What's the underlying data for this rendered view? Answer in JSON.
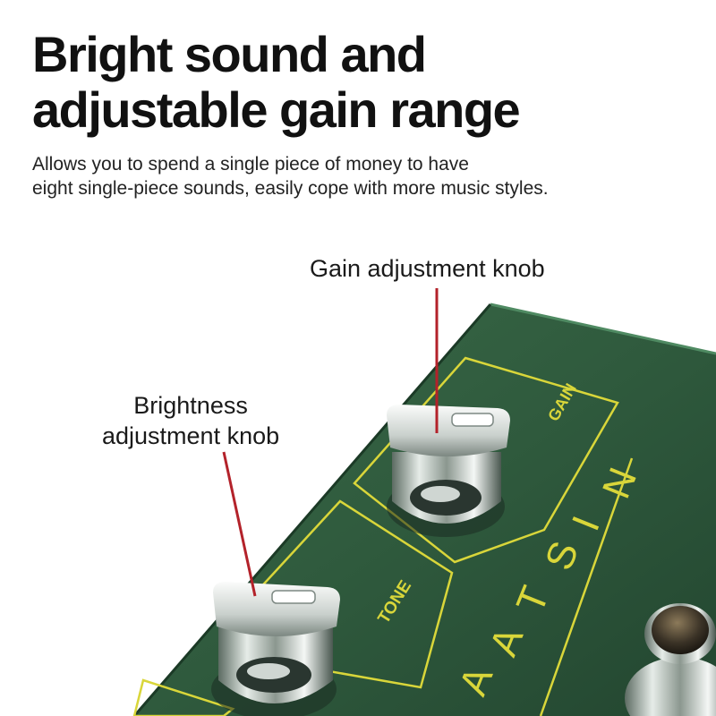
{
  "headline": {
    "line1": "Bright sound and",
    "line2": "adjustable gain range"
  },
  "subtext": {
    "line1": "Allows you to spend a single piece of money to have",
    "line2": "eight single-piece sounds, easily cope with more music styles."
  },
  "callouts": {
    "gain": "Gain adjustment knob",
    "brightness_line1": "Brightness",
    "brightness_line2": "adjustment knob"
  },
  "pedal": {
    "gain_text": "GAIN",
    "tone_text": "TONE",
    "brand_letters": [
      "A",
      "A",
      "T",
      "S",
      "I",
      "N"
    ],
    "colors": {
      "body": "#2f5a3d",
      "print": "#d9d63a",
      "leader": "#b3222a"
    }
  }
}
